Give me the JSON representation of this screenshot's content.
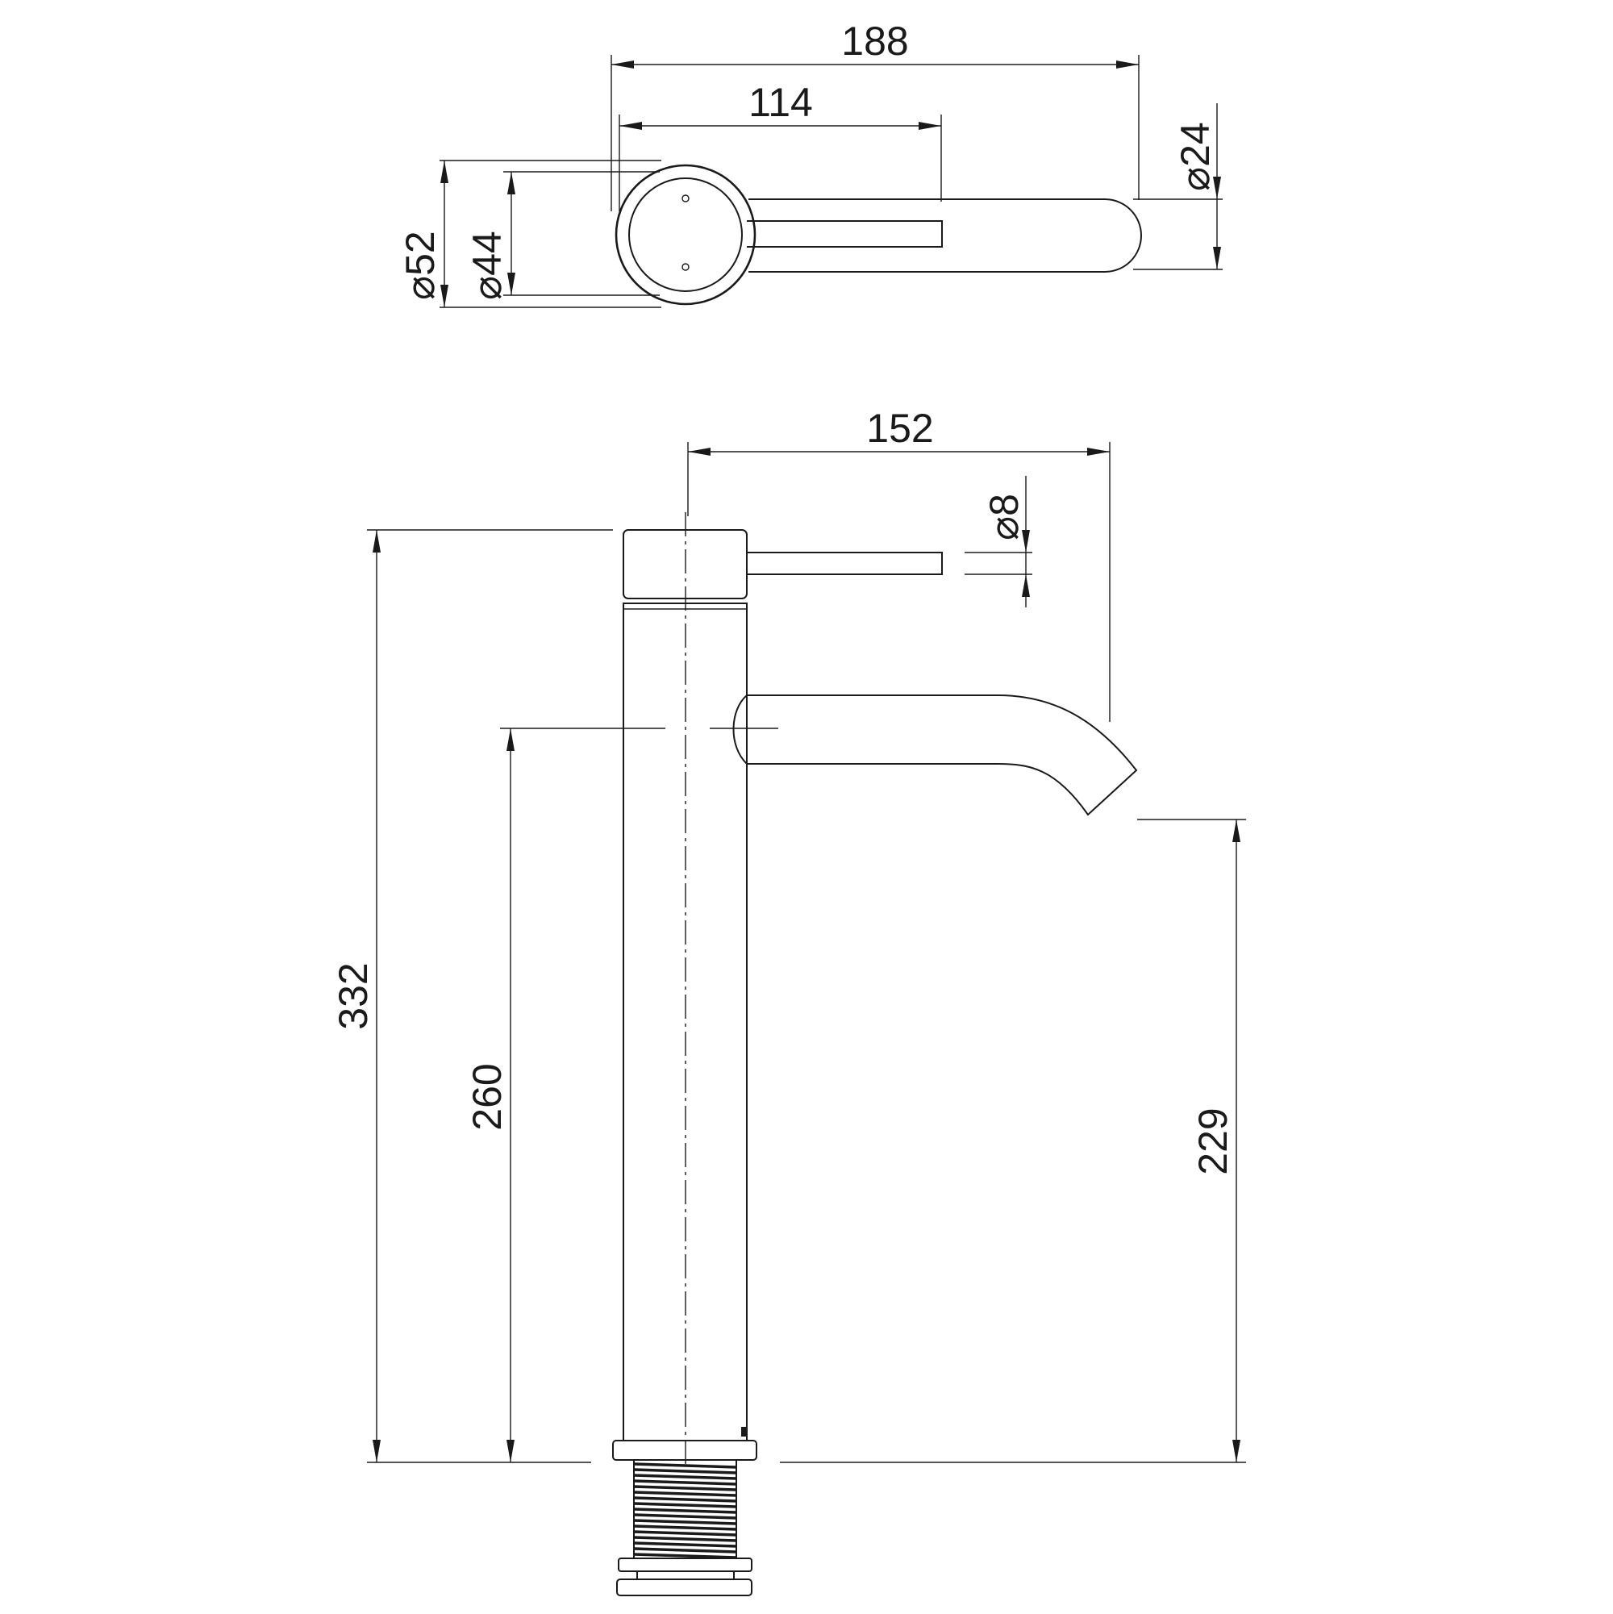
{
  "dimensions": {
    "top_overall_length": "188",
    "top_lever_length": "114",
    "top_lever_diameter": "24",
    "top_outer_diameter": "52",
    "top_inner_diameter": "44",
    "side_spout_reach": "152",
    "side_handle_diameter": "8",
    "side_overall_height": "332",
    "side_spout_height": "260",
    "side_outlet_height": "229"
  },
  "symbols": {
    "diameter": "⌀"
  },
  "colors": {
    "line": "#1a1a1a",
    "background": "#ffffff"
  }
}
